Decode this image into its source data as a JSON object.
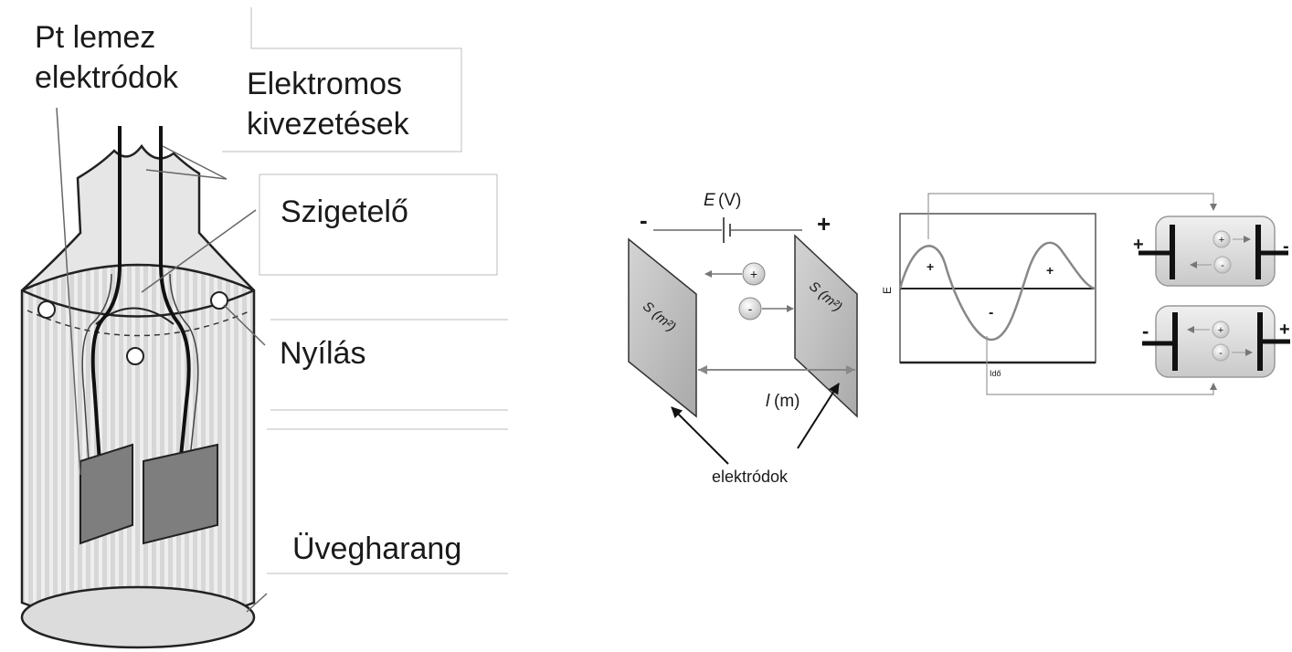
{
  "cell_labels": {
    "pt_electrodes_line1": "Pt lemez",
    "pt_electrodes_line2": "elektródok",
    "leads_line1": "Elektromos",
    "leads_line2": "kivezetések",
    "insulator": "Szigetelő",
    "opening": "Nyílás",
    "glass_bell": "Üvegharang"
  },
  "plate_diagram": {
    "voltage_symbol": "E",
    "voltage_unit": "(V)",
    "minus_sign": "-",
    "plus_sign": "+",
    "plate_area": "S (m²)",
    "ion_plus": "+",
    "ion_minus": "-",
    "distance_symbol": "l",
    "distance_unit": "(m)",
    "electrodes_caption": "elektródok"
  },
  "ac_graph": {
    "y_label": "E",
    "x_label": "Idő",
    "pos_mark_1": "+",
    "pos_mark_2": "+",
    "neg_mark": "-"
  },
  "polarity_boxes": {
    "top_left_sign": "+",
    "top_right_sign": "-",
    "top_ion_plus": "+",
    "top_ion_minus": "-",
    "bottom_left_sign": "-",
    "bottom_right_sign": "+",
    "bottom_ion_plus": "+",
    "bottom_ion_minus": "-"
  }
}
